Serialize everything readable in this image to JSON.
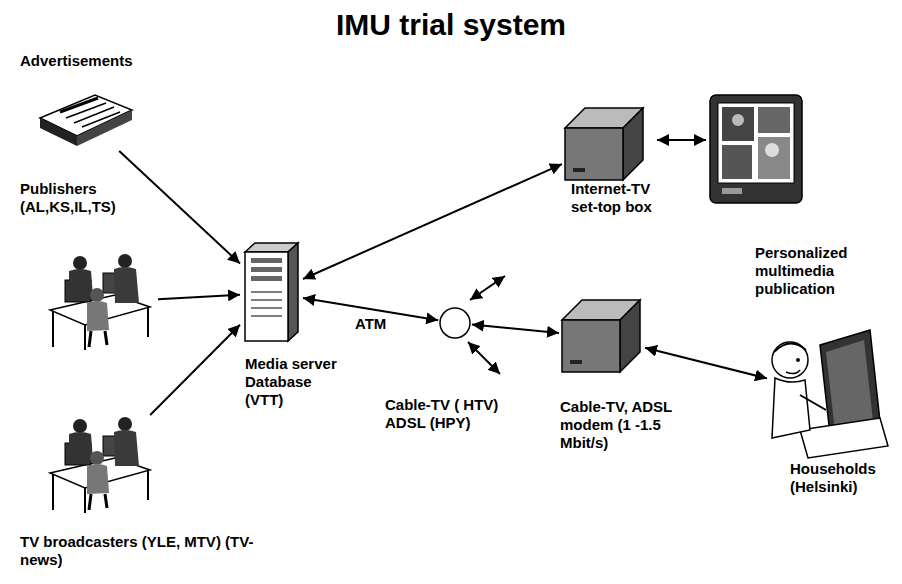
{
  "diagram": {
    "title": "IMU trial system",
    "nodes": [
      {
        "text": [
          "Advertisements"
        ]
      },
      {
        "text": [
          "Publishers (AL,KS,IL,TS)"
        ]
      },
      {
        "text": [
          "TV broadcasters (YLE, MTV) (TV-news)"
        ]
      },
      {
        "text": [
          "Media server Database (VTT)"
        ]
      },
      {
        "text": [
          "Cable-TV ( HTV) ADSL (HPY)"
        ]
      },
      {
        "text": [
          "Internet-TV set-top box"
        ]
      },
      {
        "text": [
          "Cable-TV, ADSL modem (1 -1.5 Mbit/s)"
        ]
      },
      {
        "text": [
          "Personalized multimedia publication",
          "Households (Helsinki)"
        ]
      }
    ],
    "edges": [
      {
        "from": 0,
        "to": 3,
        "arrow": "to"
      },
      {
        "from": 1,
        "to": 3,
        "arrow": "to"
      },
      {
        "from": 2,
        "to": 3,
        "arrow": "to"
      },
      {
        "from": 3,
        "to": 5,
        "arrow": "both"
      },
      {
        "from": 3,
        "to": 4,
        "label": "ATM",
        "arrow": "both"
      },
      {
        "from": 4,
        "to": 6,
        "arrow": "both"
      },
      {
        "from": 6,
        "to": 7,
        "arrow": "both"
      }
    ]
  }
}
